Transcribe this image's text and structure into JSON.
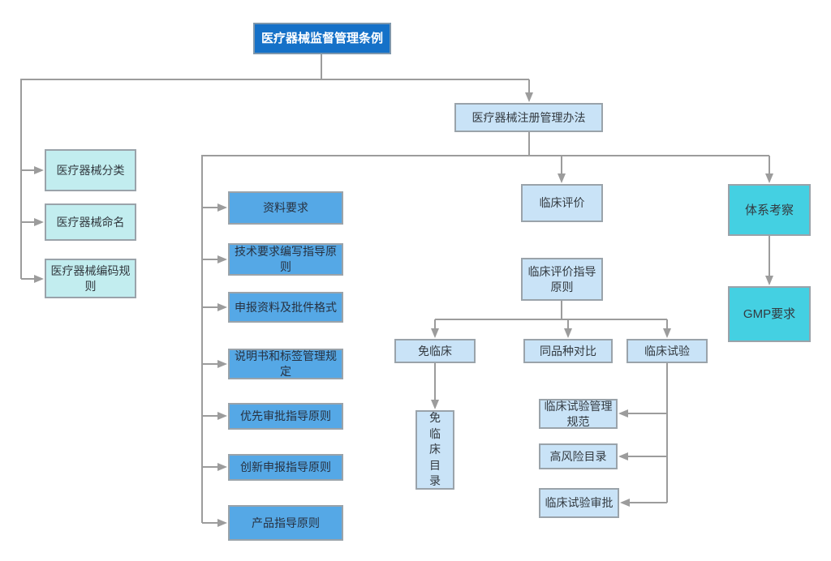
{
  "colors": {
    "root_fill": "#1571C8",
    "root_text": "#FFFFFF",
    "light_blue_fill": "#C9E3F7",
    "medium_blue_fill": "#55A8E6",
    "light_cyan_fill": "#C2EDEF",
    "cyan_fill": "#44D0E2",
    "connector_line": "#9C9C9C",
    "box_border": "#9AA3AA",
    "text": "#333A40"
  },
  "nodes": {
    "root": {
      "label": "医疗器械监督管理条例"
    },
    "reg": {
      "label": "医疗器械注册管理办法"
    },
    "classification": {
      "label": "医疗器械分类"
    },
    "naming": {
      "label": "医疗器械命名"
    },
    "coding": {
      "label": "医疗器械编码规则"
    },
    "data_req": {
      "label": "资料要求"
    },
    "tech_req": {
      "label": "技术要求编写指导原则"
    },
    "filing_format": {
      "label": "申报资料及批件格式"
    },
    "label_rules": {
      "label": "说明书和标签管理规定"
    },
    "priority": {
      "label": "优先审批指导原则"
    },
    "innovation": {
      "label": "创新申报指导原则"
    },
    "product_guide": {
      "label": "产品指导原则"
    },
    "clinical_eval": {
      "label": "临床评价"
    },
    "clinical_eval_guide": {
      "label": "临床评价指导原则"
    },
    "exempt": {
      "label": "免临床"
    },
    "comparison": {
      "label": "同品种对比"
    },
    "trial": {
      "label": "临床试验"
    },
    "exempt_catalog": {
      "label": "免临床目录"
    },
    "trial_gcp": {
      "label": "临床试验管理规范"
    },
    "high_risk": {
      "label": "高风险目录"
    },
    "trial_approval": {
      "label": "临床试验审批"
    },
    "system_inspection": {
      "label": "体系考察"
    },
    "gmp": {
      "label": "GMP要求"
    }
  }
}
